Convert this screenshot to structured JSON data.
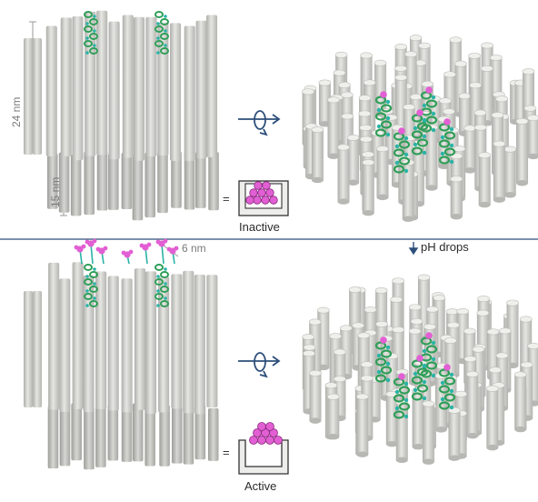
{
  "labels": {
    "height_top": "24 nm",
    "height_bottom": "15 nm",
    "spacing": "6 nm",
    "trigger": "pH drops",
    "state_inactive": "Inactive",
    "state_active": "Active",
    "equals": "="
  },
  "colors": {
    "rod_light": "#e2e2df",
    "rod_mid": "#c9c9c5",
    "rod_dark": "#a9a9a5",
    "helix_green": "#2f9e57",
    "strand_teal": "#2bb3a6",
    "cargo_magenta": "#e25fd3",
    "arrow_blue": "#2d4e7a",
    "divider": "#2d4e7a"
  },
  "icons": [
    "rotate-arrow-icon",
    "container-icon",
    "cargo-spheres-icon",
    "down-arrow-icon"
  ]
}
